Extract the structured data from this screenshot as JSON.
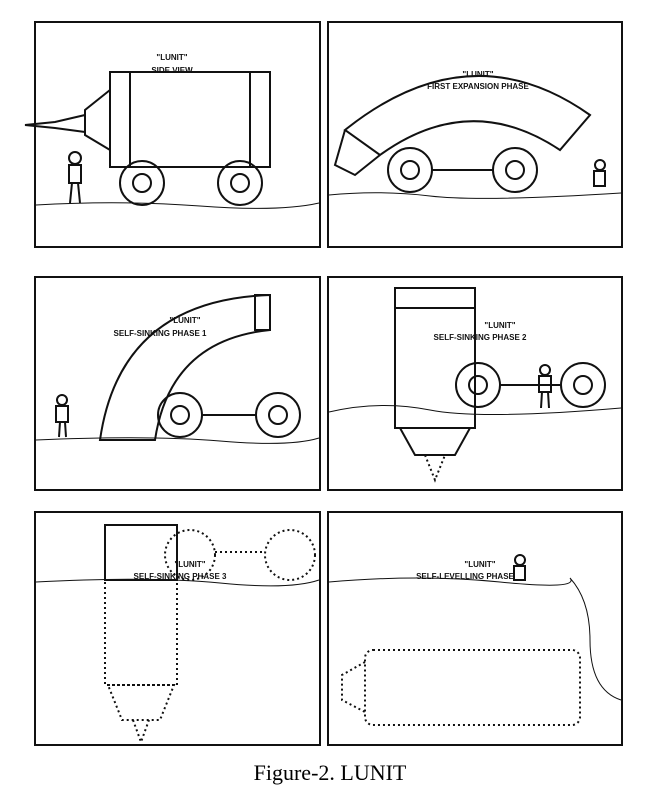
{
  "panels": [
    {
      "title": "\"LUNIT\"",
      "subtitle": "SIDE VIEW"
    },
    {
      "title": "\"LUNIT\"",
      "subtitle": "FIRST EXPANSION PHASE"
    },
    {
      "title": "\"LUNIT\"",
      "subtitle": "SELF-SINKING  PHASE 1"
    },
    {
      "title": "\"LUNIT\"",
      "subtitle": "SELF-SINKING  PHASE 2"
    },
    {
      "title": "\"LUNIT\"",
      "subtitle": "SELF-SINKING  PHASE 3"
    },
    {
      "title": "\"LUNIT\"",
      "subtitle": "SELF-LEVELLING PHASE"
    }
  ],
  "caption": "Figure-2. LUNIT"
}
